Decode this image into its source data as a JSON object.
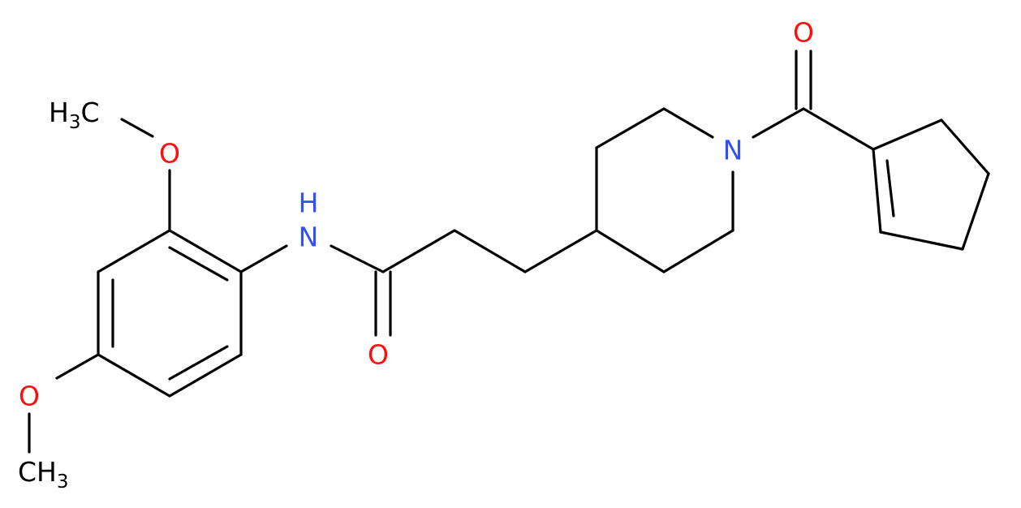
{
  "atoms": {
    "o_methoxy_top": "O",
    "ch3_top": "H",
    "ch3_top_sub": "3",
    "ch3_top_c": "C",
    "nh": "N",
    "nh_h": "H",
    "o_amide": "O",
    "n_piperidine": "N",
    "o_ketone": "O",
    "o_methoxy_bottom": "O",
    "ch3_bottom": "CH",
    "ch3_bottom_sub": "3"
  },
  "colors": {
    "bond": "#000000",
    "carbon": "#000000",
    "oxygen": "#ff0d0d",
    "nitrogen": "#3050f8"
  }
}
